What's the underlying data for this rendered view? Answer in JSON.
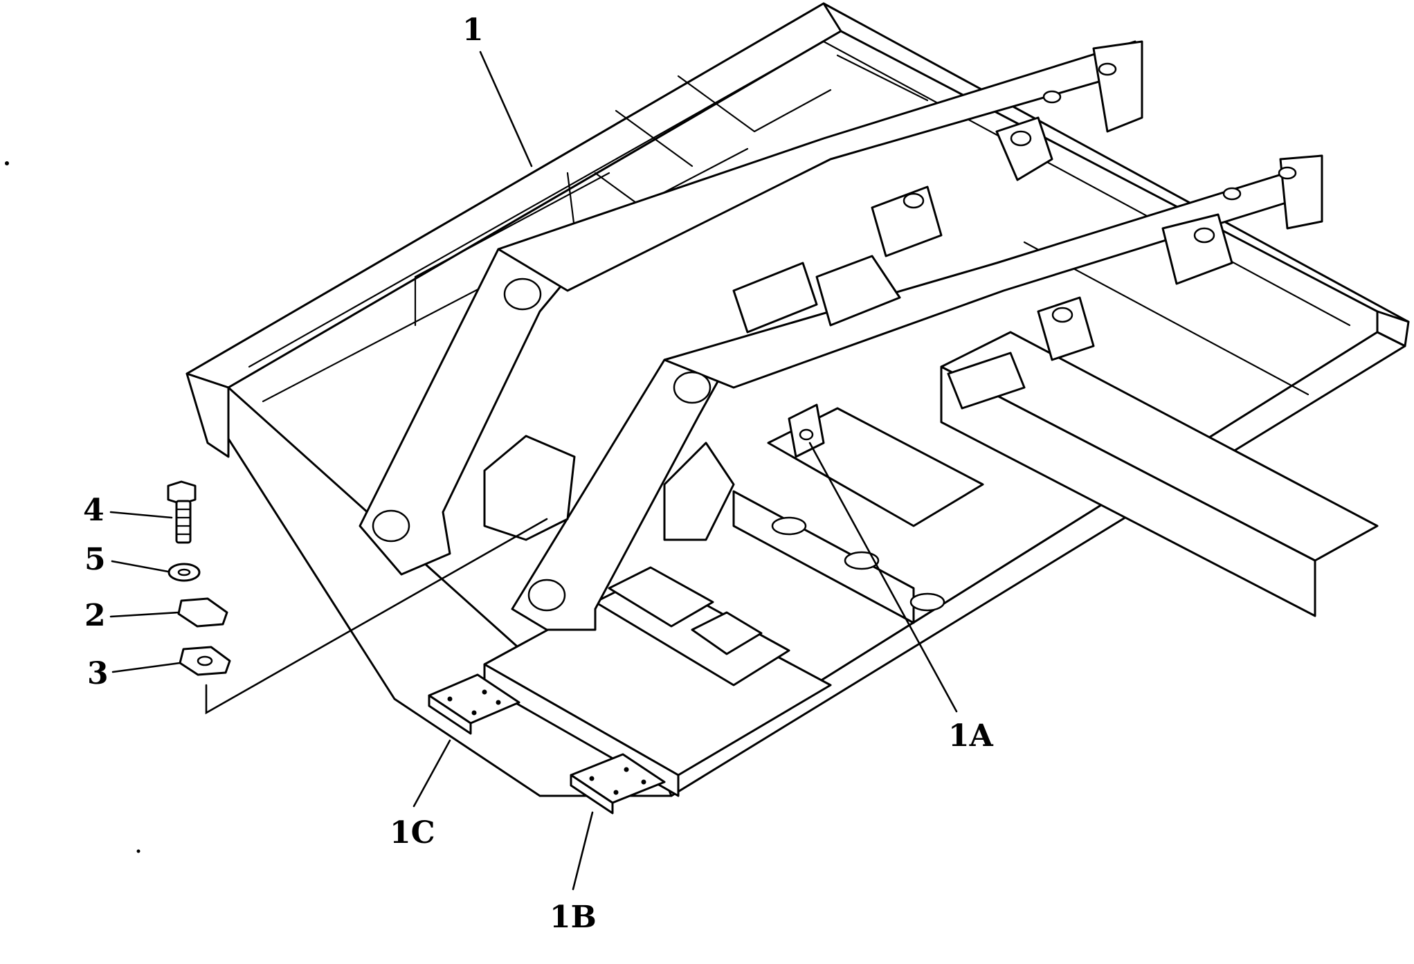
{
  "callouts": {
    "c1": "1",
    "c1A": "1A",
    "c1B": "1B",
    "c1C": "1C",
    "c2": "2",
    "c3": "3",
    "c4": "4",
    "c5": "5"
  },
  "colors": {
    "line": "#000000",
    "background": "#ffffff"
  }
}
